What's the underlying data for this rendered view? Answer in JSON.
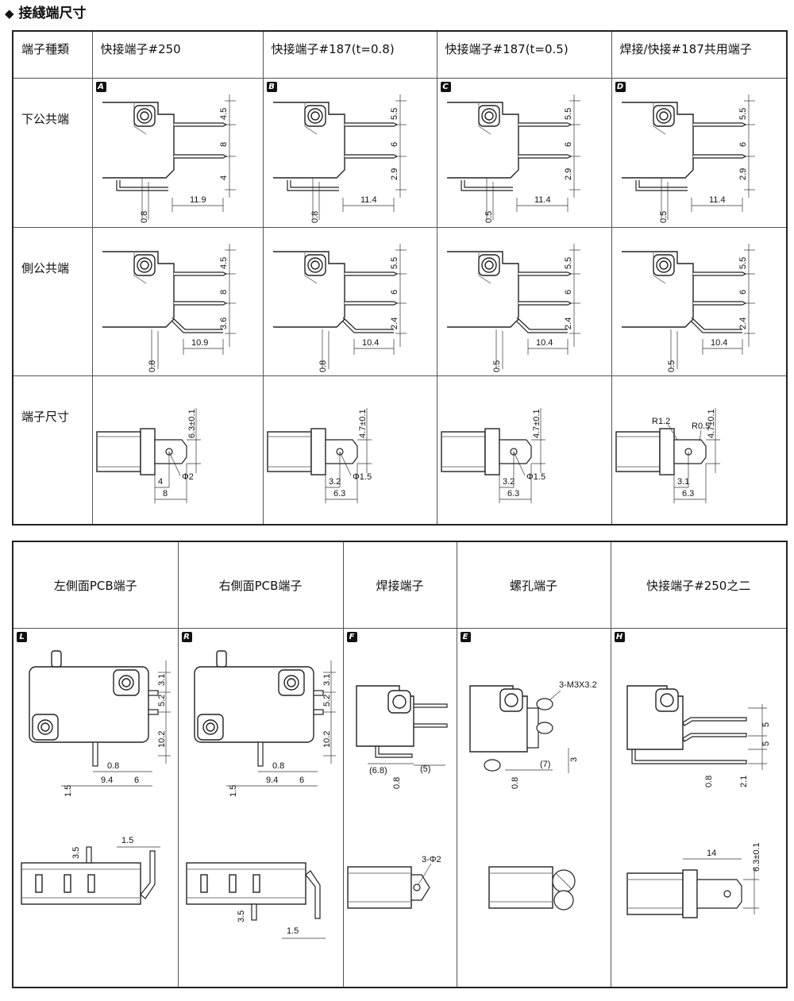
{
  "heading": "接綫端尺寸",
  "table1": {
    "headers": [
      "端子種類",
      "快接端子#250",
      "快接端子#187(t=0.8)",
      "快接端子#187(t=0.5)",
      "焊接/快接#187共用端子"
    ],
    "rows": [
      "下公共端",
      "側公共端",
      "端子尺寸"
    ],
    "badges": [
      "A",
      "B",
      "C",
      "D"
    ],
    "bottom": [
      {
        "d1": "4.5",
        "d2": "8",
        "d3": "4",
        "t": "0.8",
        "w": "11.9"
      },
      {
        "d1": "5.5",
        "d2": "6",
        "d3": "2.9",
        "t": "0.8",
        "w": "11.4"
      },
      {
        "d1": "5.5",
        "d2": "6",
        "d3": "2.9",
        "t": "0.5",
        "w": "11.4"
      },
      {
        "d1": "5.5",
        "d2": "6",
        "d3": "2.9",
        "t": "0.5",
        "w": "11.4"
      }
    ],
    "side": [
      {
        "d1": "4.5",
        "d2": "8",
        "d3": "3.6",
        "t": "0.8",
        "w": "10.9"
      },
      {
        "d1": "5.5",
        "d2": "6",
        "d3": "2.4",
        "t": "0.8",
        "w": "10.4"
      },
      {
        "d1": "5.5",
        "d2": "6",
        "d3": "2.4",
        "t": "0.5",
        "w": "10.4"
      },
      {
        "d1": "5.5",
        "d2": "6",
        "d3": "2.4",
        "t": "0.5",
        "w": "10.4"
      }
    ],
    "terminal": [
      {
        "top": "6.3±0.1",
        "a": "4",
        "b": "8",
        "hole": "Φ2"
      },
      {
        "top": "4.7±0.1",
        "a": "3.2",
        "b": "6.3",
        "hole": "Φ1.5"
      },
      {
        "top": "4.7±0.1",
        "a": "3.2",
        "b": "6.3",
        "hole": "Φ1.5"
      },
      {
        "top": "4.7±0.1",
        "r1": "R1.2",
        "r2": "R0.5",
        "a": "3.1",
        "b": "6.3"
      }
    ]
  },
  "table2": {
    "headers": [
      "左側面PCB端子",
      "右側面PCB端子",
      "焊接端子",
      "螺孔端子",
      "快接端子#250之二"
    ],
    "badges": [
      "L",
      "R",
      "F",
      "E",
      "H"
    ],
    "L": {
      "d1": "3.1",
      "d2": "5.2",
      "d3": "10.2",
      "a": "0.8",
      "b": "9.4",
      "c": "6",
      "e": "1.5",
      "f": "1.5",
      "g": "3.5"
    },
    "R": {
      "d1": "3.1",
      "d2": "5.2",
      "d3": "10.2",
      "a": "0.8",
      "b": "9.4",
      "c": "6",
      "e": "1.5",
      "f": "3.5",
      "g": "1.5"
    },
    "F": {
      "a": "(6.8)",
      "b": "(5)",
      "t": "0.8",
      "hole": "3-Φ2"
    },
    "E": {
      "screw": "3-M3X3.2",
      "a": "(7)",
      "b": "3",
      "t": "0.8"
    },
    "H": {
      "d1": "5",
      "d2": "5",
      "t": "0.8",
      "e": "2.1",
      "len": "14",
      "top": "6.3±0.1"
    }
  }
}
